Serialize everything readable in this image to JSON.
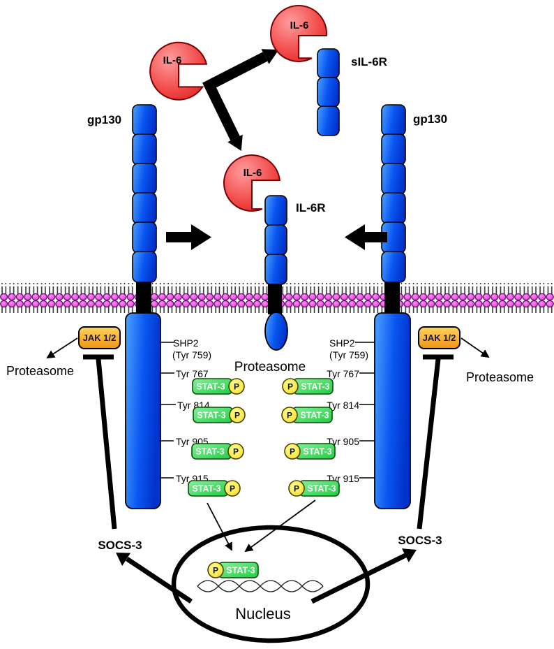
{
  "labels": {
    "il6": "IL-6",
    "sil6r": "sIL-6R",
    "il6r": "IL-6R",
    "gp130": "gp130",
    "jak": "JAK 1/2",
    "proteasome": "Proteasome",
    "shp2": "SHP2",
    "shp2_site": "(Tyr 759)",
    "tyr767": "Tyr 767",
    "tyr814": "Tyr 814",
    "tyr905": "Tyr 905",
    "tyr915": "Tyr 915",
    "stat3": "STAT-3",
    "phospho": "P",
    "socs3": "SOCS-3",
    "nucleus": "Nucleus"
  },
  "colors": {
    "receptor_blue": "#0a56f0",
    "ligand_red": "#ee3b3b",
    "kinase_orange": "#f5a623",
    "stat_green": "#2ecc40",
    "phospho_yellow": "#ffe64d",
    "lipid_head_pink": "#e858e0",
    "outline": "#000000"
  }
}
